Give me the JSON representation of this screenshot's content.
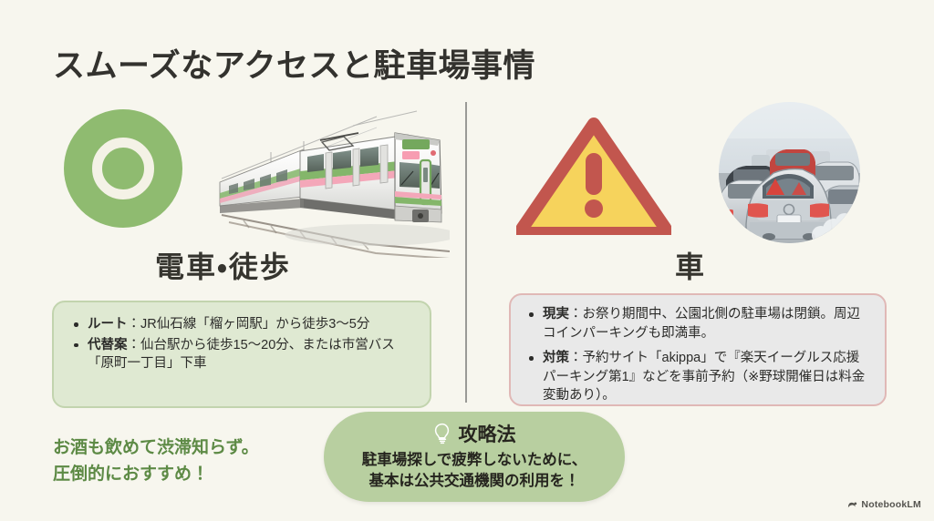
{
  "slide": {
    "title": "スムーズなアクセスと駐車場事情",
    "background_color": "#f7f6ee"
  },
  "left_column": {
    "status_icon": "circle-ok-icon",
    "status_color": "#8fbb70",
    "illustration": "train-illustration",
    "heading": "電車・徒歩",
    "bullets": [
      {
        "lead": "ルート",
        "text": "：JR仙石線「榴ヶ岡駅」から徒歩3〜5分"
      },
      {
        "lead": "代替案",
        "text": "：仙台駅から徒歩15〜20分、または市営バス「原町一丁目」下車"
      }
    ],
    "box_bg": "#dfe9d2",
    "box_border": "#c2d4ae"
  },
  "right_column": {
    "status_icon": "warning-triangle-icon",
    "warning_fill": "#f6d35c",
    "warning_stroke": "#c2564e",
    "illustration": "traffic-jam-photo",
    "heading": "車",
    "bullets": [
      {
        "lead": "現実",
        "text": "：お祭り期間中、公園北側の駐車場は閉鎖。周辺コインパーキングも即満車。"
      },
      {
        "lead": "対策",
        "text": "：予約サイト「akippa」で『楽天イーグルス応援パーキング第1』などを事前予約（※野球開催日は料金変動あり）。"
      }
    ],
    "box_bg": "#e9e9e9",
    "box_border": "#e0b8b6"
  },
  "recommendation": {
    "line1": "お酒も飲めて渋滞知らず。",
    "line2": "圧倒的におすすめ！",
    "color": "#5d8a45"
  },
  "callout": {
    "icon": "lightbulb-icon",
    "heading": "攻略法",
    "line1": "駐車場探しで疲弊しないために、",
    "line2": "基本は公共交通機関の利用を！",
    "bg_color": "#b8cfa0"
  },
  "watermark": {
    "icon": "notebooklm-logo-icon",
    "label": "NotebookLM"
  }
}
